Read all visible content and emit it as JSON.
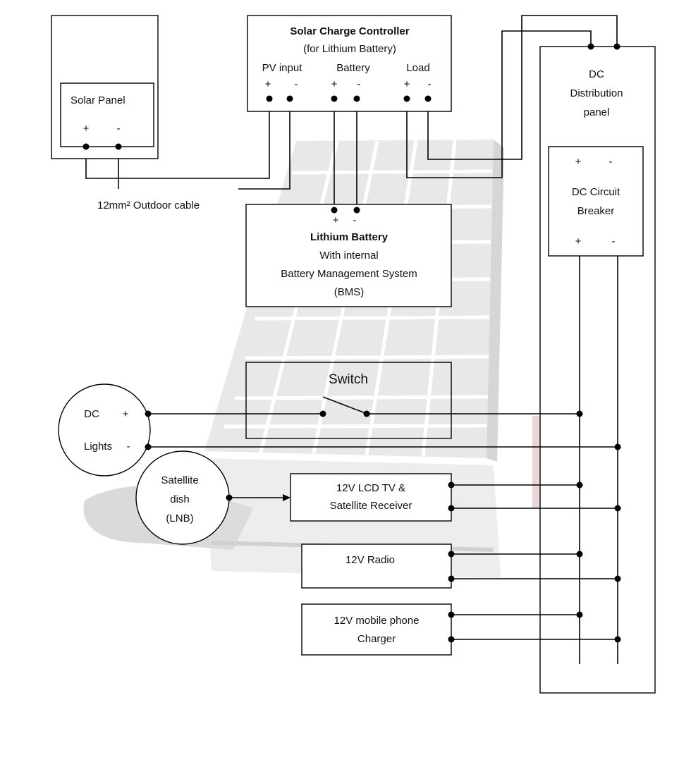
{
  "solar_panel": {
    "label": "Solar Panel",
    "plus": "+",
    "minus": "-"
  },
  "controller": {
    "title": "Solar Charge Controller",
    "subtitle": "(for Lithium Battery)",
    "pv_input": "PV input",
    "battery": "Battery",
    "load": "Load",
    "plus": "+",
    "minus": "-"
  },
  "cable": {
    "label": "12mm² Outdoor cable"
  },
  "battery": {
    "title": "Lithium Battery",
    "line1": "With internal",
    "line2": "Battery Management System",
    "line3": "(BMS)",
    "plus": "+",
    "minus": "-"
  },
  "distribution": {
    "line1": "DC",
    "line2": "Distribution",
    "line3": "panel"
  },
  "breaker": {
    "line1": "DC Circuit",
    "line2": "Breaker",
    "plus": "+",
    "minus": "-"
  },
  "switch": {
    "label": "Switch"
  },
  "lights": {
    "line1": "DC",
    "line2": "Lights",
    "plus": "+",
    "minus": "-"
  },
  "satellite": {
    "line1": "Satellite",
    "line2": "dish",
    "line3": "(LNB)"
  },
  "tv": {
    "line1": "12V LCD TV &",
    "line2": "Satellite Receiver"
  },
  "radio": {
    "label": "12V Radio"
  },
  "charger": {
    "line1": "12V mobile phone",
    "line2": "Charger"
  },
  "colors": {
    "watermark_panel": "#dedede",
    "watermark_dark": "#c8c8c8",
    "line": "#000000"
  }
}
